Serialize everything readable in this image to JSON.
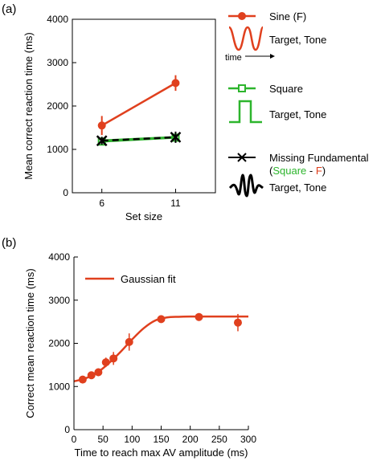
{
  "colors": {
    "sine": "#e0401e",
    "square": "#2db52d",
    "missing": "#000000",
    "fit": "#e0401e",
    "axis": "#000000"
  },
  "panel_a": {
    "label": "(a)",
    "legend": {
      "sine_label": "Sine (F)",
      "sine_tone": "Target, Tone",
      "time_label": "time",
      "square_label": "Square",
      "square_tone": "Target, Tone",
      "missing_label": "Missing Fundamental",
      "missing_paren_open": "(",
      "missing_square": "Square",
      "missing_dash": " - ",
      "missing_f": "F",
      "missing_paren_close": ")",
      "missing_tone": "Target, Tone"
    }
  },
  "panel_b": {
    "label": "(b)",
    "legend": {
      "fit_label": "Gaussian fit"
    }
  },
  "chart_data": [
    {
      "type": "line",
      "xlabel": "Set size",
      "ylabel": "Mean correct reaction time (ms)",
      "categories": [
        "6",
        "11"
      ],
      "x_positions": [
        6,
        11
      ],
      "xlim": [
        4,
        13.7
      ],
      "ylim": [
        0,
        4000
      ],
      "yticks": [
        0,
        1000,
        2000,
        3000,
        4000
      ],
      "series": [
        {
          "name": "Sine (F)",
          "color_key": "sine",
          "marker": "circle",
          "dashed": false,
          "values": [
            1550,
            2530
          ],
          "errors": [
            220,
            180
          ]
        },
        {
          "name": "Square",
          "color_key": "square",
          "marker": "square",
          "dashed": false,
          "values": [
            1180,
            1270
          ],
          "errors": [
            80,
            80
          ]
        },
        {
          "name": "Missing Fundamental",
          "color_key": "missing",
          "marker": "x",
          "dashed": true,
          "values": [
            1200,
            1280
          ],
          "errors": [
            90,
            130
          ]
        }
      ]
    },
    {
      "type": "scatter",
      "xlabel": "Time to reach max AV amplitude (ms)",
      "ylabel": "Correct mean reaction time (ms)",
      "xlim": [
        0,
        300
      ],
      "ylim": [
        0,
        4000
      ],
      "xticks": [
        0,
        50,
        100,
        150,
        200,
        250,
        300
      ],
      "yticks": [
        0,
        1000,
        2000,
        3000,
        4000
      ],
      "series": [
        {
          "name": "",
          "color_key": "sine",
          "x": [
            15,
            30,
            42,
            55,
            68,
            95,
            150,
            215,
            282
          ],
          "y": [
            1160,
            1260,
            1330,
            1560,
            1650,
            2030,
            2560,
            2610,
            2480
          ],
          "errors": [
            70,
            80,
            90,
            110,
            150,
            200,
            80,
            90,
            200
          ]
        }
      ],
      "fit": {
        "name": "Gaussian fit",
        "color_key": "fit",
        "x": [
          0,
          20,
          40,
          60,
          80,
          100,
          120,
          140,
          160,
          180,
          200,
          220,
          240,
          260,
          280,
          300
        ],
        "y": [
          1120,
          1190,
          1320,
          1540,
          1800,
          2090,
          2350,
          2530,
          2600,
          2615,
          2620,
          2620,
          2620,
          2620,
          2620,
          2620
        ]
      }
    }
  ]
}
